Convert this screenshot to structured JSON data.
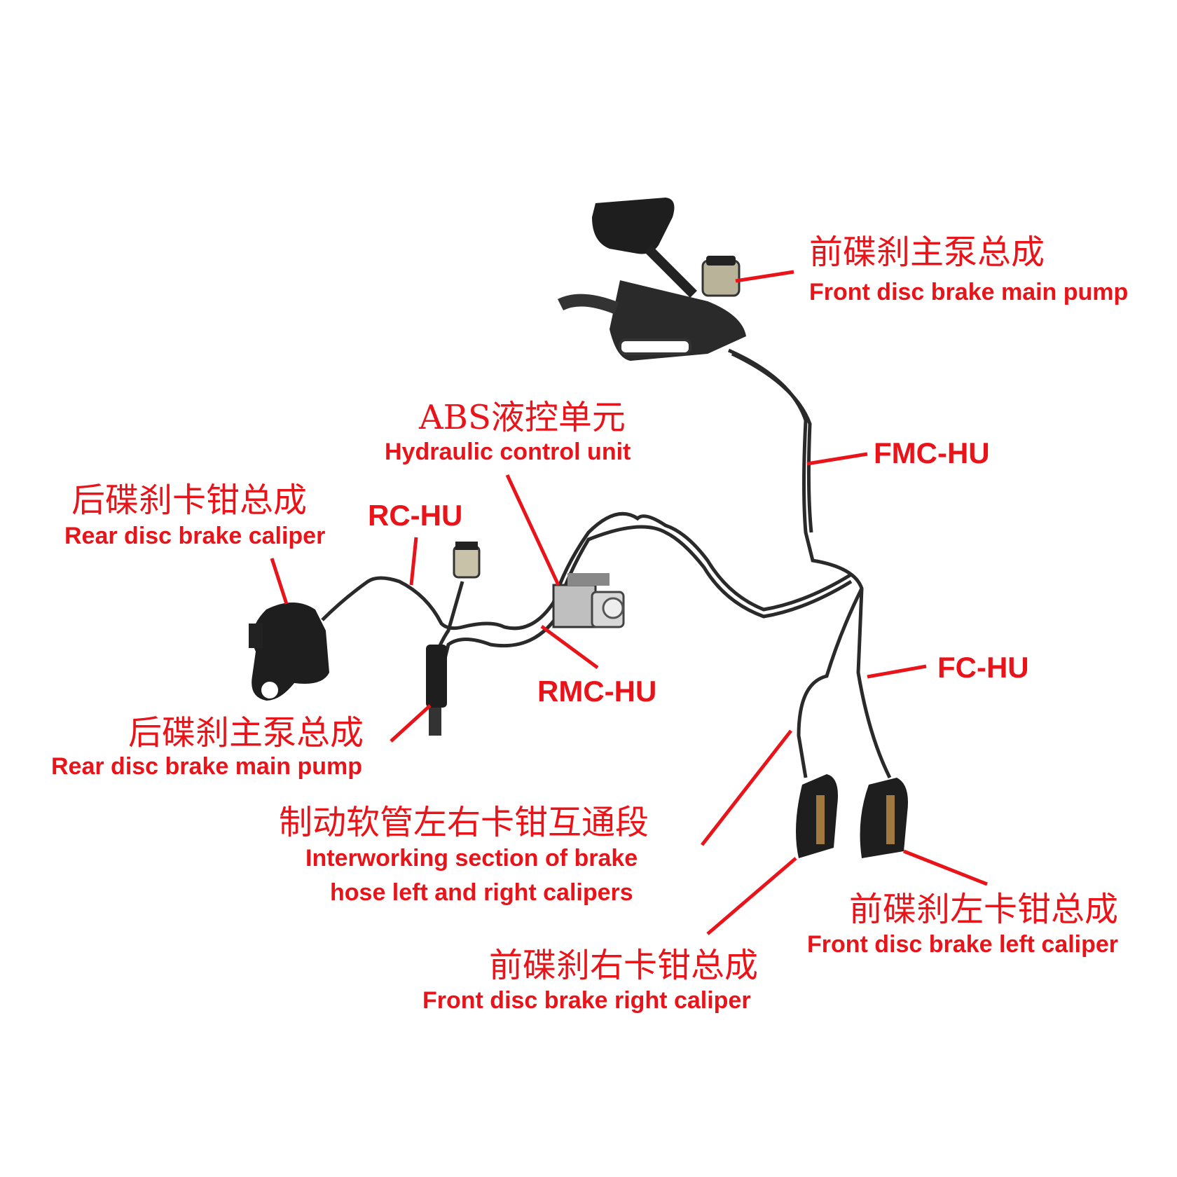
{
  "colors": {
    "label": "#e8141a",
    "hose": "#2a2a2a",
    "part": "#1e1e1e",
    "metal": "#b8b8b8"
  },
  "labels": {
    "front_pump": {
      "zh": "前碟刹主泵总成",
      "en": "Front disc brake main pump"
    },
    "hcu": {
      "zh": "ABS液控单元",
      "en": "Hydraulic control unit"
    },
    "fmc_hu": "FMC-HU",
    "rear_caliper": {
      "zh": "后碟刹卡钳总成",
      "en": "Rear disc brake caliper"
    },
    "rc_hu": "RC-HU",
    "rmc_hu": "RMC-HU",
    "fc_hu": "FC-HU",
    "rear_pump": {
      "zh": "后碟刹主泵总成",
      "en": "Rear disc brake main pump"
    },
    "interworking": {
      "zh": "制动软管左右卡钳互通段",
      "en1": "Interworking section of brake",
      "en2": "hose left and right calipers"
    },
    "front_left_caliper": {
      "zh": "前碟刹左卡钳总成",
      "en": "Front disc brake left caliper"
    },
    "front_right_caliper": {
      "zh": "前碟刹右卡钳总成",
      "en": "Front disc brake right caliper"
    }
  }
}
